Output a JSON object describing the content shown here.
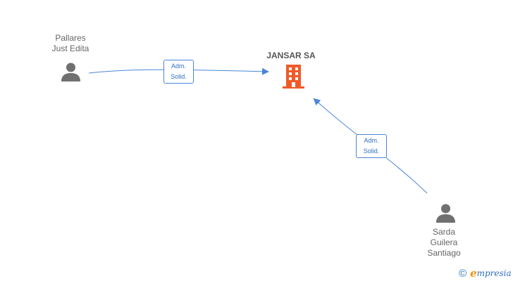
{
  "company": {
    "name": "JANSAR SA",
    "icon": "building-icon",
    "color": "#f05a28"
  },
  "persons": [
    {
      "id": "pallares",
      "name": "Pallares\nJust Edita",
      "icon": "person-icon"
    },
    {
      "id": "sarda",
      "name": "Sarda\nGuilera\nSantiago",
      "icon": "person-icon"
    }
  ],
  "relations": [
    {
      "from": "pallares",
      "line1": "Adm.",
      "line2": "Solid."
    },
    {
      "from": "sarda",
      "line1": "Adm.",
      "line2": "Solid."
    }
  ],
  "colors": {
    "edge": "#4a86d8",
    "person": "#707070",
    "label_text": "#2f6fbf"
  },
  "brand": {
    "copyright": "©",
    "e": "e",
    "rest": "mpresia"
  }
}
